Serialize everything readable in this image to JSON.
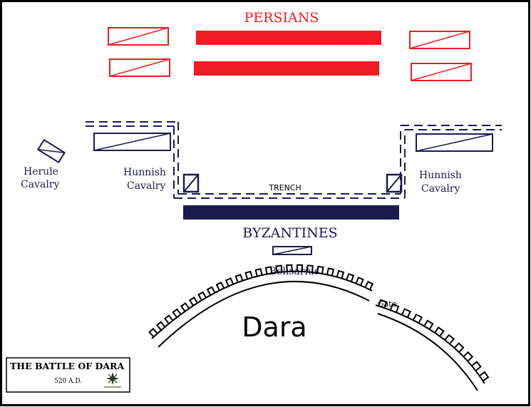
{
  "labels": {
    "persians": "PERSIANS",
    "byzantines": "BYZANTINES",
    "trench": "TRENCH",
    "herule_line1": "Herule",
    "herule_line2": "Cavalry",
    "hunnish_left_line1": "Hunnish",
    "hunnish_left_line2": "Cavalry",
    "hunnish_right_line1": "Hunnish",
    "hunnish_right_line2": "Cavalry",
    "belisarius": "Belisarius",
    "city": "Dara",
    "gate": "Gate"
  },
  "legend": {
    "title": "THE BATTLE OF DARA",
    "date": "520 A.D."
  },
  "colors": {
    "persian": "#ee1d24",
    "byzantine": "#1c1a4f",
    "ink": "#000000"
  }
}
